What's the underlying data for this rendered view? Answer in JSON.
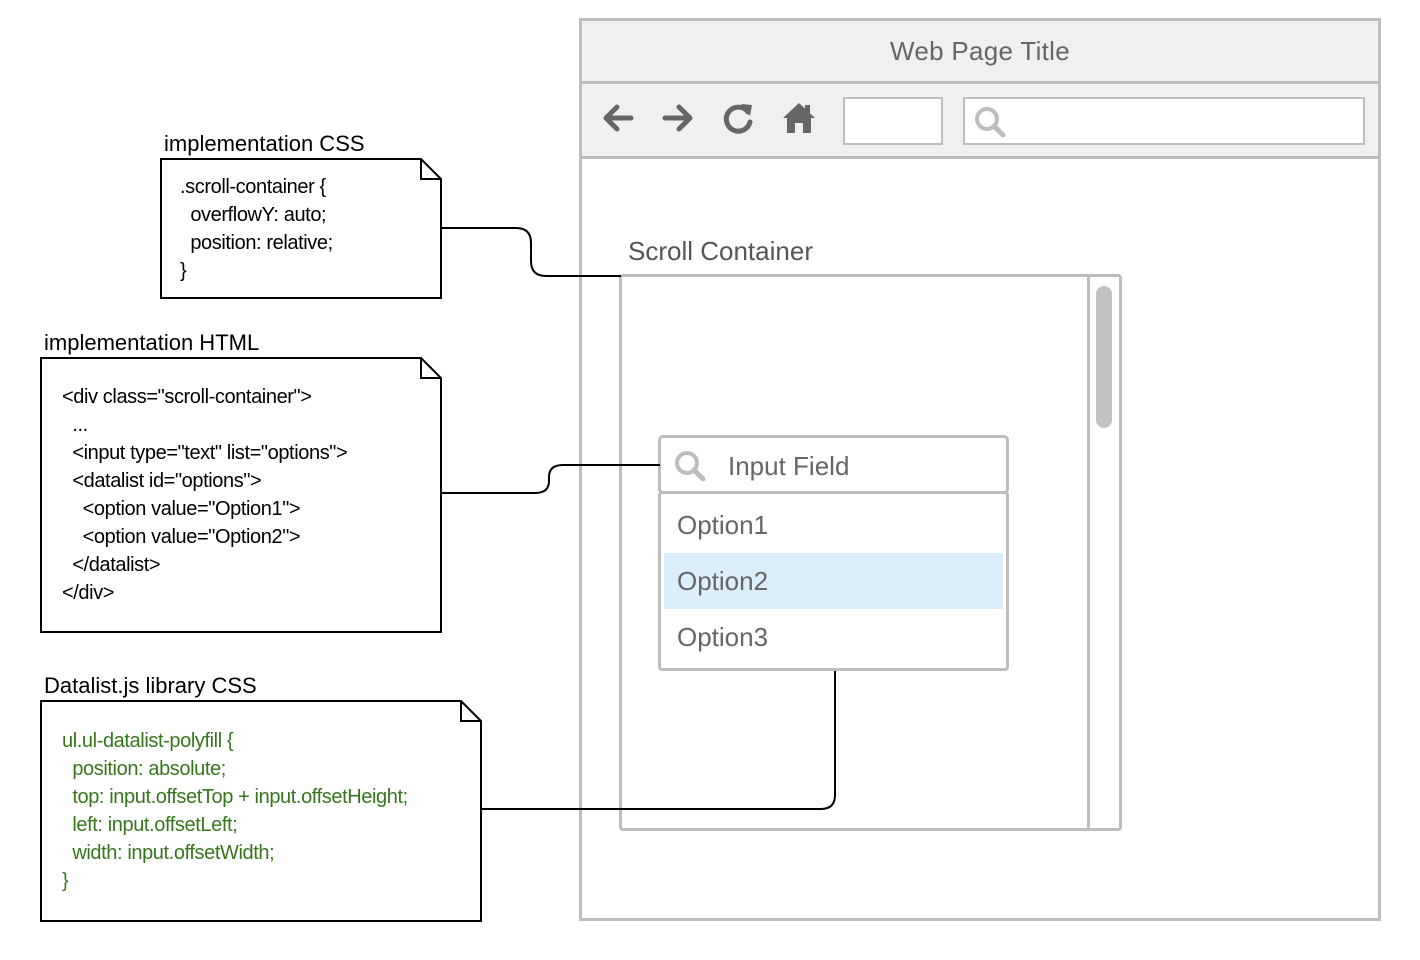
{
  "browser": {
    "title": "Web Page Title",
    "toolbar": {
      "icons": [
        "back-arrow-icon",
        "forward-arrow-icon",
        "refresh-icon",
        "home-icon",
        "search-icon"
      ],
      "url_value": "",
      "search_value": ""
    }
  },
  "scroll_container": {
    "label": "Scroll Container",
    "input": {
      "placeholder": "Input Field",
      "icon": "search-icon"
    },
    "options": [
      {
        "label": "Option1",
        "selected": false
      },
      {
        "label": "Option2",
        "selected": true
      },
      {
        "label": "Option3",
        "selected": false
      }
    ]
  },
  "notes": {
    "css": {
      "title": "implementation CSS",
      "lines": [
        ".scroll-container {",
        "  overflowY: auto;",
        "  position: relative;",
        "}"
      ]
    },
    "html": {
      "title": "implementation HTML",
      "lines": [
        "<div class=\"scroll-container\">",
        "  ...",
        "  <input type=\"text\" list=\"options\">",
        "  <datalist id=\"options\">",
        "    <option value=\"Option1\">",
        "    <option value=\"Option2\">",
        "  </datalist>",
        "</div>"
      ]
    },
    "library": {
      "title": "Datalist.js library CSS",
      "lines": [
        "ul.ul-datalist-polyfill {",
        "  position: absolute;",
        "  top: input.offsetTop + input.offsetHeight;",
        "  left: input.offsetLeft;",
        "  width: input.offsetWidth;",
        "}"
      ]
    }
  },
  "colors": {
    "border": "#bdbdbd",
    "chrome_bg": "#f0f0f0",
    "icon": "#666666",
    "selected_option": "#dbeefb",
    "library_code": "#38761d"
  }
}
